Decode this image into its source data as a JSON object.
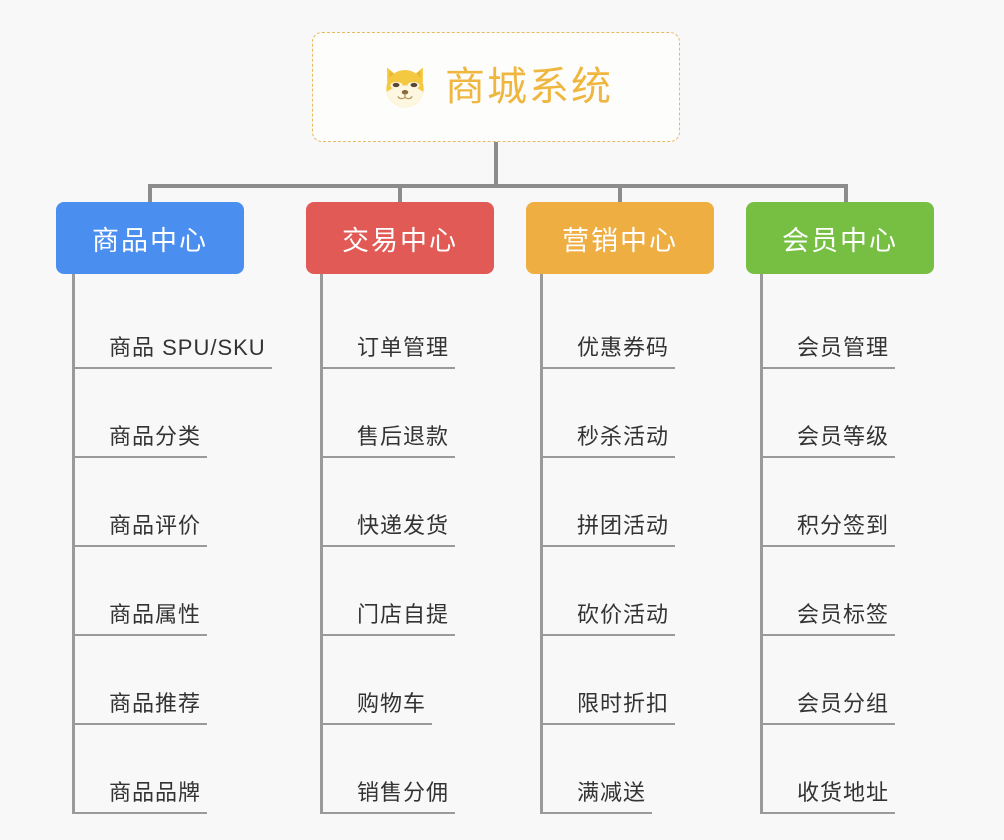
{
  "root": {
    "icon": "shiba-dog-face-icon",
    "title": "商城系统",
    "border_color": "#e8b960",
    "title_color": "#efb740"
  },
  "branches": [
    {
      "id": "product-center",
      "label": "商品中心",
      "color": "#4a8ef0",
      "items": [
        "商品 SPU/SKU",
        "商品分类",
        "商品评价",
        "商品属性",
        "商品推荐",
        "商品品牌"
      ]
    },
    {
      "id": "trade-center",
      "label": "交易中心",
      "color": "#e15a56",
      "items": [
        "订单管理",
        "售后退款",
        "快递发货",
        "门店自提",
        "购物车",
        "销售分佣"
      ]
    },
    {
      "id": "marketing-center",
      "label": "营销中心",
      "color": "#eeae42",
      "items": [
        "优惠券码",
        "秒杀活动",
        "拼团活动",
        "砍价活动",
        "限时折扣",
        "满减送"
      ]
    },
    {
      "id": "member-center",
      "label": "会员中心",
      "color": "#76bf43",
      "items": [
        "会员管理",
        "会员等级",
        "积分签到",
        "会员标签",
        "会员分组",
        "收货地址"
      ]
    }
  ],
  "canvas": {
    "background": "#f8f8f8",
    "connector_color": "#8c8c8c",
    "leaf_line_color": "#9a9a9a",
    "leaf_text_color": "#333333"
  }
}
